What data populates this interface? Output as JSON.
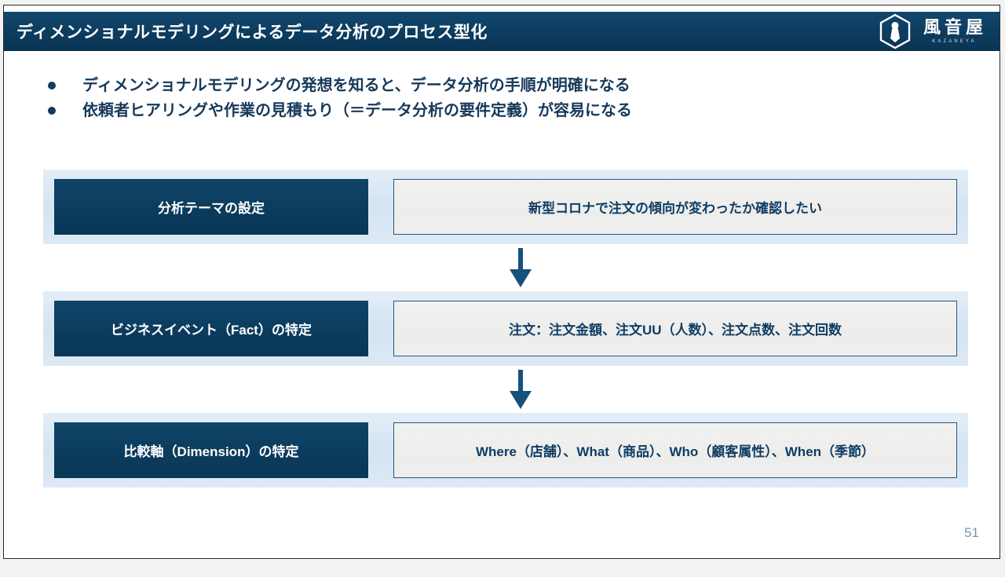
{
  "header": {
    "title": "ディメンショナルモデリングによるデータ分析のプロセス型化",
    "logo": {
      "icon_name": "kazaneya-hex-logo",
      "kanji": "風音屋",
      "roman": "KAZANEYA"
    }
  },
  "bullets": [
    {
      "text": "ディメンショナルモデリングの発想を知ると、データ分析の手順が明確になる"
    },
    {
      "text": "依頼者ヒアリングや作業の見積もり（＝データ分析の要件定義）が容易になる"
    }
  ],
  "process": {
    "rows": [
      {
        "label": "分析テーマの設定",
        "value": "新型コロナで注文の傾向が変わったか確認したい"
      },
      {
        "label": "ビジネスイベント（Fact）の特定",
        "value": "注文：注文金額、注文UU（人数）、注文点数、注文回数"
      },
      {
        "label": "比較軸（Dimension）の特定",
        "value": "Where（店舗）、What（商品）、Who（顧客属性）、When（季節）"
      }
    ],
    "connector_icon": "down-arrow-icon"
  },
  "footer": {
    "page_number": "51"
  },
  "colors": {
    "header_navy": "#0c3c5e",
    "label_navy": "#0b3b5c",
    "band_light_blue": "#d8e6f3",
    "value_gray": "#eeeeee",
    "value_border": "#27567e",
    "text_navy": "#16395a",
    "arrow_navy": "#15517c",
    "page_number_gray": "#7d94a6"
  }
}
